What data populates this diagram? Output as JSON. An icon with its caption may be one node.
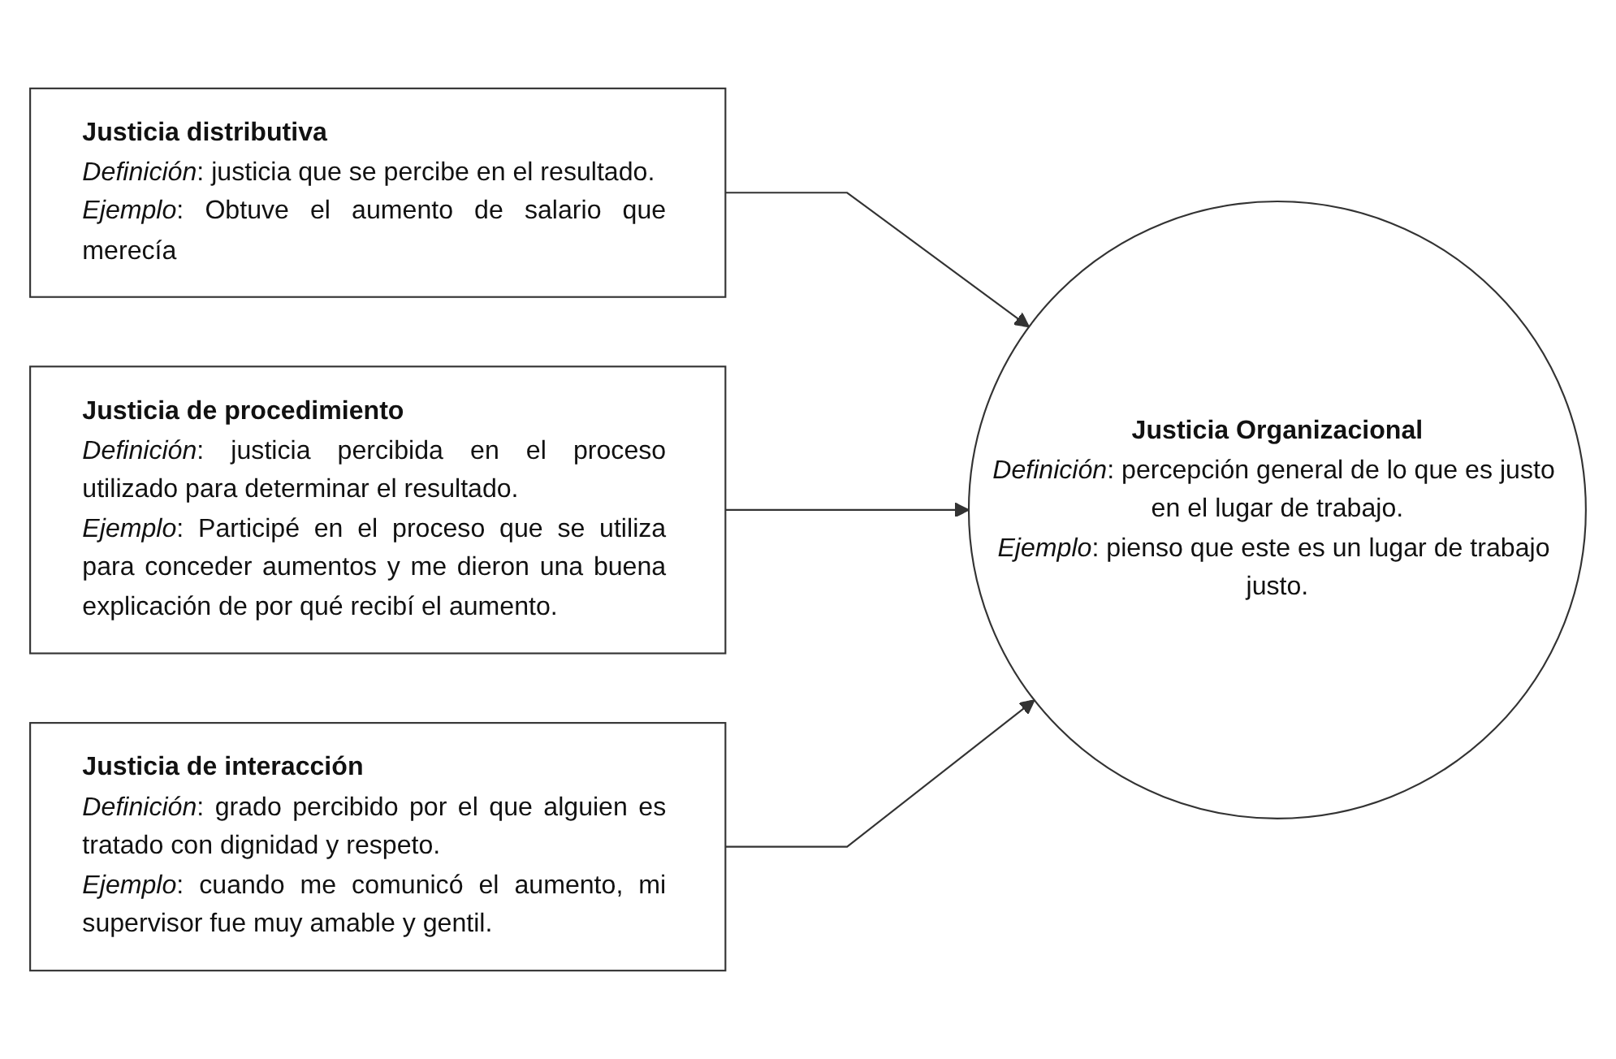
{
  "diagram": {
    "nodes": [
      {
        "text": [
          "Justicia distributiva",
          "*Definición*: justicia que se percibe en el resultado.",
          "*Ejemplo*: Obtuve el aumento de salario que merecía"
        ]
      },
      {
        "text": [
          "Justicia de procedimiento",
          "*Definición*: justicia percibida en el proceso utilizado para determinar el resultado.",
          "*Ejemplo*: Participé en el proceso que se utiliza para conceder aumentos y me dieron una buena explicación de por qué recibí el aumento."
        ]
      },
      {
        "text": [
          "Justicia de interacción",
          "*Definición*: grado percibido por el que alguien es tratado con dignidad y respeto.",
          "*Ejemplo*: cuando me comunicó el aumento, mi supervisor fue muy amable y gentil."
        ]
      },
      {
        "text": [
          "Justicia Organizacional",
          "*Definición*: percepción general de lo que es justo en el lugar de trabajo.",
          "*Ejemplo*: pienso que este es un lugar de trabajo justo."
        ]
      }
    ],
    "edges": [
      {
        "from": 0,
        "to": 3,
        "arrow": "to"
      },
      {
        "from": 1,
        "to": 3,
        "arrow": "to"
      },
      {
        "from": 2,
        "to": 3,
        "arrow": "to"
      }
    ]
  }
}
